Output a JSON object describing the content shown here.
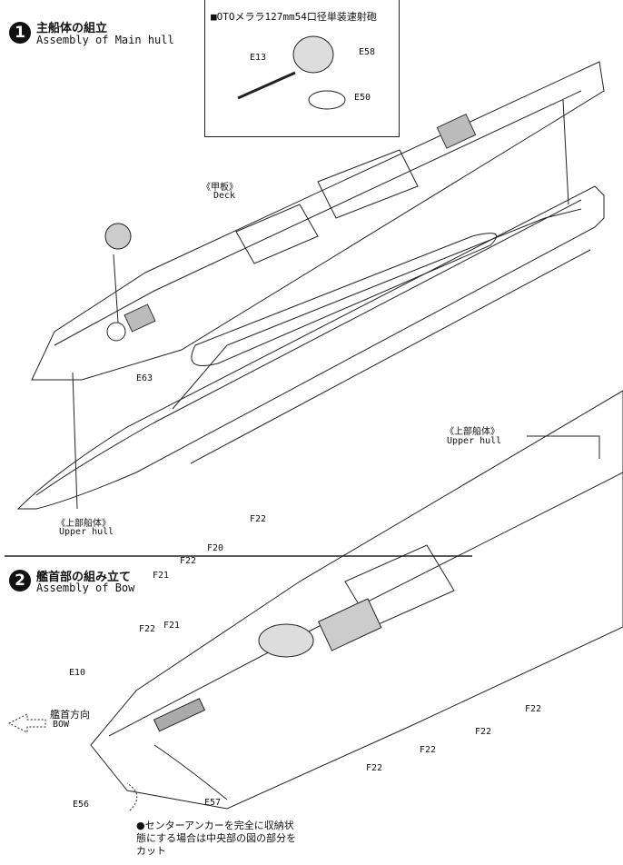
{
  "step1": {
    "number": "1",
    "title_jp": "主船体の組立",
    "title_en": "Assembly of Main hull"
  },
  "inset": {
    "title": "■OTOメララ127mm54口径単装速射砲",
    "parts": [
      "E13",
      "E58",
      "E50"
    ]
  },
  "deck_label": {
    "jp": "《甲板》",
    "en": "Deck"
  },
  "upper_hull_label_1": {
    "jp": "《上部船体》",
    "en": "Upper hull"
  },
  "part_e63": "E63",
  "step2": {
    "number": "2",
    "title_jp": "艦首部の組み立て",
    "title_en": "Assembly of Bow"
  },
  "upper_hull_label_2": {
    "jp": "《上部船体》",
    "en": "Upper hull"
  },
  "bow_direction": {
    "jp": "艦首方向",
    "en": "BOW"
  },
  "step2_parts": {
    "f22": [
      "F22",
      "F22",
      "F22",
      "F22",
      "F22",
      "F22",
      "F22"
    ],
    "f21": [
      "F21",
      "F21"
    ],
    "f20": "F20",
    "e10": "E10",
    "e56": "E56",
    "e57": "E57"
  },
  "note": "●センターアンカーを完全に収納状態にする場合は中央部の図の部分をカット"
}
